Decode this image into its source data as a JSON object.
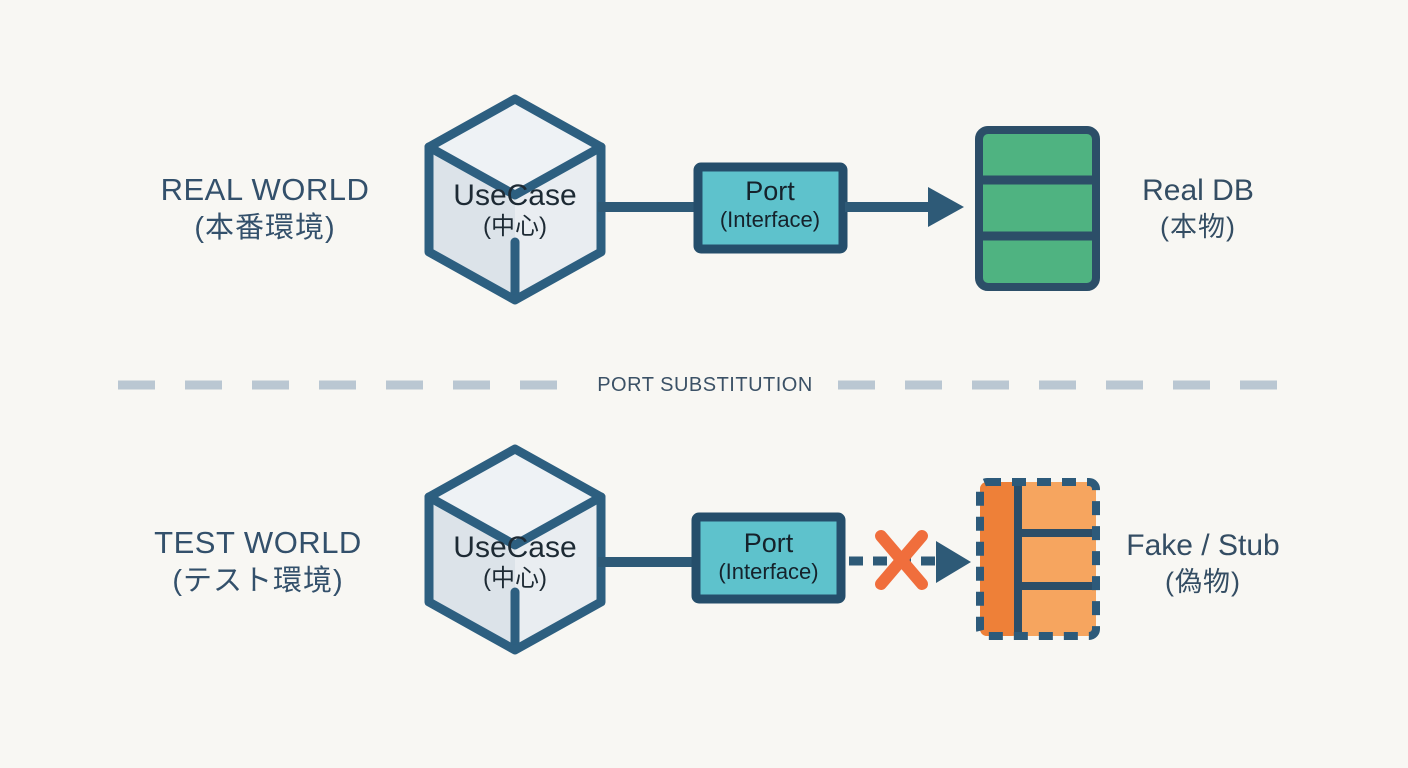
{
  "colors": {
    "background": "#f8f7f3",
    "outline_navy": "#2d5f80",
    "connector_navy": "#2e5a77",
    "port_fill": "#5ec2cc",
    "port_border": "#254e6b",
    "db_green": "#4fb381",
    "db_border": "#2c4e68",
    "fake_orange_dark": "#ee8038",
    "fake_orange_light": "#f6a55f",
    "x_orange": "#f06e3c",
    "divider_gray": "#bac7d2",
    "label_navy": "#33506b",
    "shape_text": "#1d2a34"
  },
  "real_row": {
    "world_label": {
      "line1": "REAL WORLD",
      "line2": "(本番環境)"
    },
    "usecase": {
      "line1": "UseCase",
      "line2": "(中心)"
    },
    "port": {
      "line1": "Port",
      "line2": "(Interface)"
    },
    "db_label": {
      "line1": "Real DB",
      "line2": "(本物)"
    }
  },
  "divider": {
    "label": "PORT SUBSTITUTION"
  },
  "test_row": {
    "world_label": {
      "line1": "TEST WORLD",
      "line2": "(テスト環境)"
    },
    "usecase": {
      "line1": "UseCase",
      "line2": "(中心)"
    },
    "port": {
      "line1": "Port",
      "line2": "(Interface)"
    },
    "fake_label": {
      "line1": "Fake / Stub",
      "line2": "(偽物)"
    }
  },
  "icons": {
    "usecase_cube": "3d-cube",
    "real_db": "database-stack",
    "fake_db": "dashed-database-stack",
    "blocked_connection": "x-mark",
    "direction": "arrow-right"
  }
}
